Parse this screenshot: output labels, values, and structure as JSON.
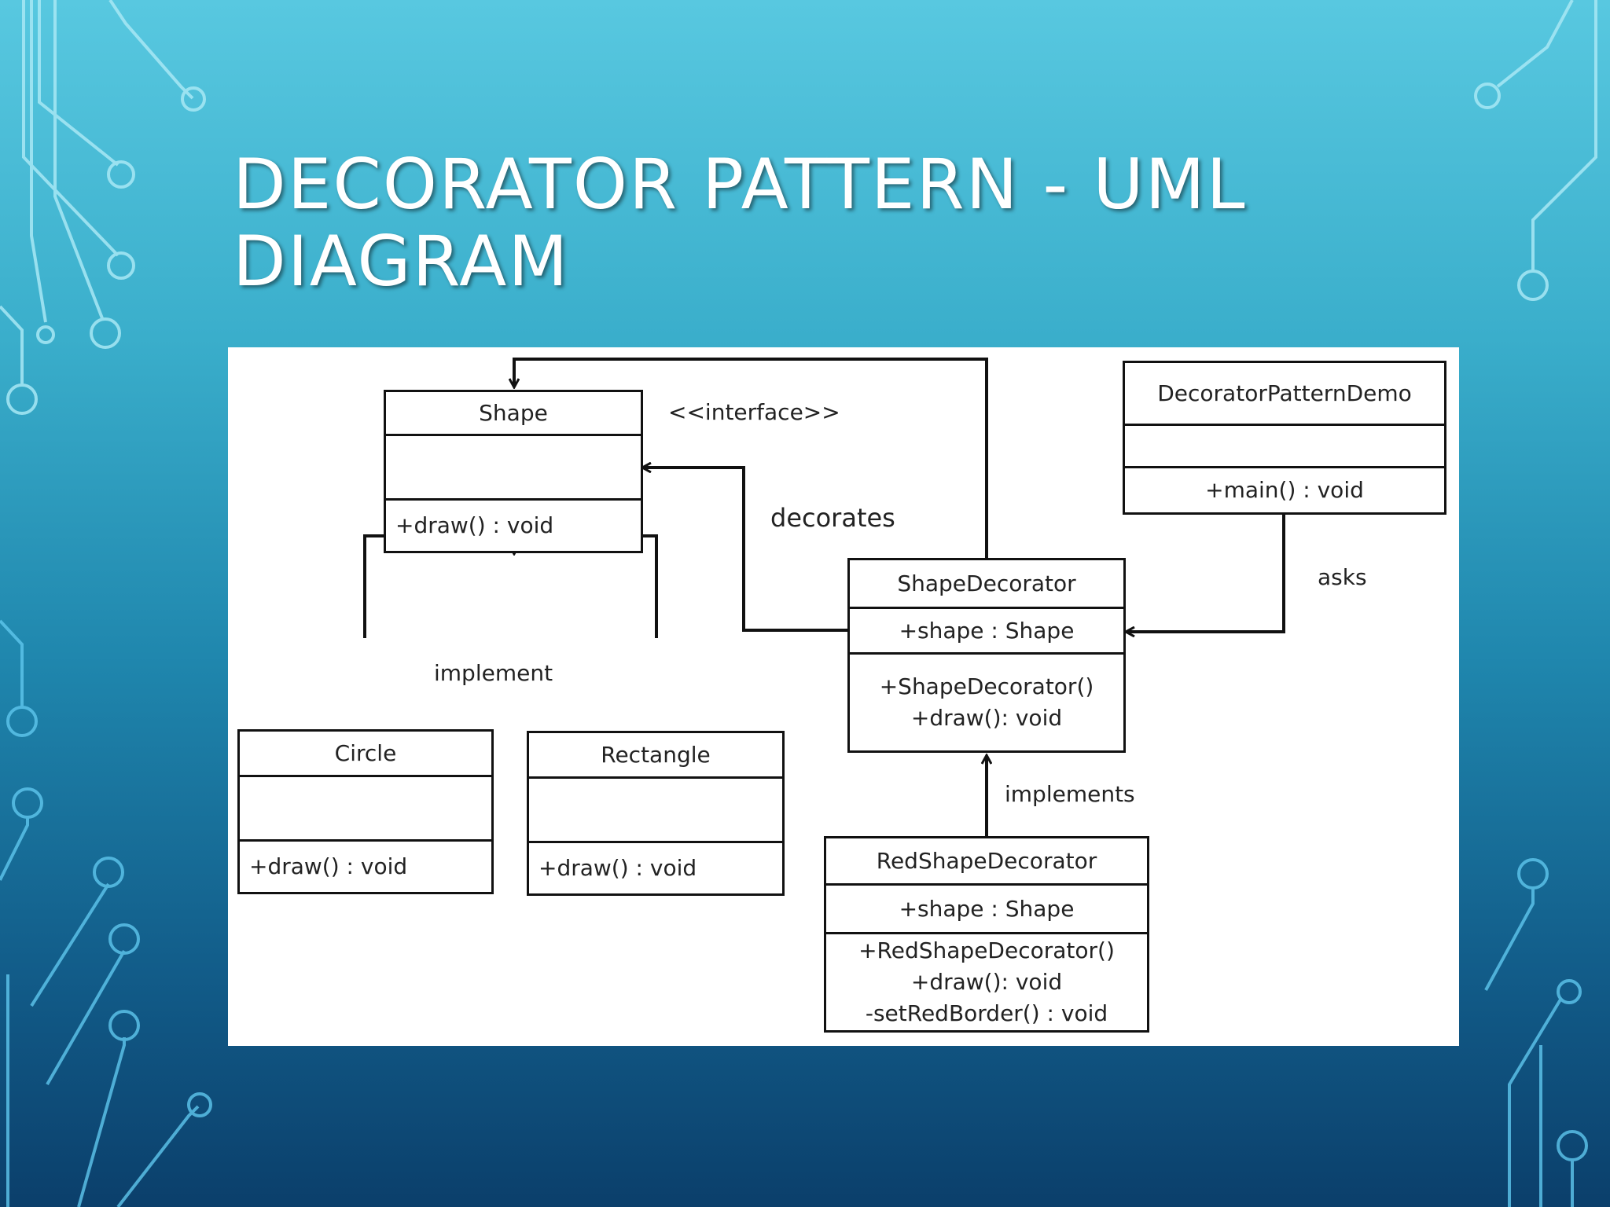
{
  "slide": {
    "title_line1": "DECORATOR PATTERN - UML",
    "title_line2": "DIAGRAM"
  },
  "diagram": {
    "classes": {
      "shape": {
        "name": "Shape",
        "attributes": [],
        "methods": [
          "+draw() : void"
        ]
      },
      "circle": {
        "name": "Circle",
        "attributes": [],
        "methods": [
          "+draw() : void"
        ]
      },
      "rectangle": {
        "name": "Rectangle",
        "attributes": [],
        "methods": [
          "+draw() : void"
        ]
      },
      "shape_decorator": {
        "name": "ShapeDecorator",
        "attributes": [
          "+shape : Shape"
        ],
        "methods": [
          "+ShapeDecorator()",
          "+draw(): void"
        ]
      },
      "red_shape_decorator": {
        "name": "RedShapeDecorator",
        "attributes": [
          "+shape : Shape"
        ],
        "methods": [
          "+RedShapeDecorator()",
          "+draw(): void",
          "-setRedBorder() : void"
        ]
      },
      "demo": {
        "name": "DecoratorPatternDemo",
        "attributes": [],
        "methods": [
          "+main() : void"
        ]
      }
    },
    "labels": {
      "interface": "<<interface>>",
      "decorates": "decorates",
      "implement": "implement",
      "implements": "implements",
      "asks": "asks"
    }
  }
}
